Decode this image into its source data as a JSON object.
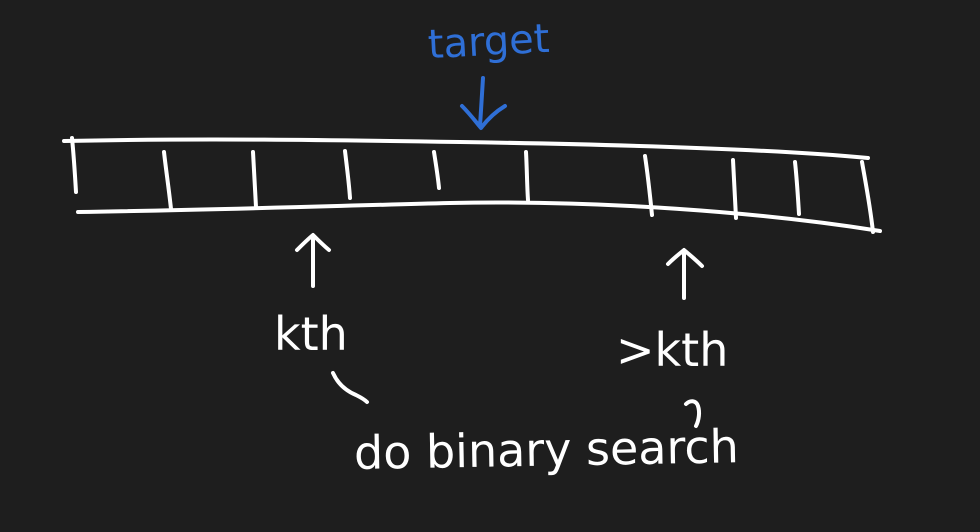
{
  "diagram": {
    "labels": {
      "target": "target",
      "kth": "kth",
      "gt_kth": ">kth",
      "note": "do binary search"
    },
    "colors": {
      "background": "#1e1e1e",
      "ink": "#ffffff",
      "accent": "#2f6fd6"
    }
  }
}
